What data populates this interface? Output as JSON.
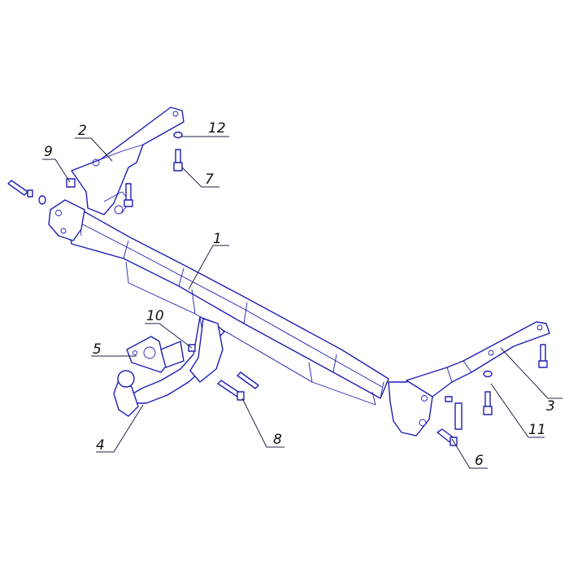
{
  "colors": {
    "line": "#1f1fb4",
    "background": "#ffffff",
    "label": "#111111"
  },
  "callouts": [
    {
      "id": "1",
      "label": "1"
    },
    {
      "id": "2",
      "label": "2"
    },
    {
      "id": "3",
      "label": "3"
    },
    {
      "id": "4",
      "label": "4"
    },
    {
      "id": "5",
      "label": "5"
    },
    {
      "id": "6",
      "label": "6"
    },
    {
      "id": "7",
      "label": "7"
    },
    {
      "id": "8",
      "label": "8"
    },
    {
      "id": "9",
      "label": "9"
    },
    {
      "id": "10",
      "label": "10"
    },
    {
      "id": "11",
      "label": "11"
    },
    {
      "id": "12",
      "label": "12"
    }
  ]
}
